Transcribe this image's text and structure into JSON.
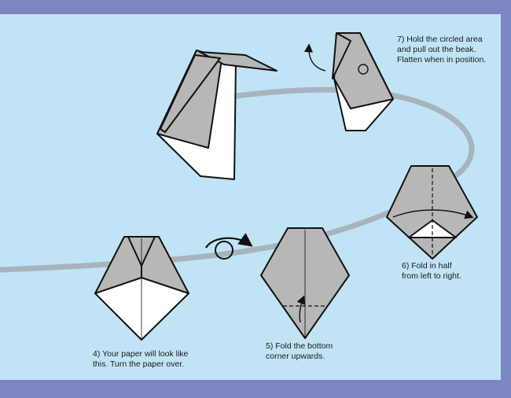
{
  "steps": [
    {
      "number": 4,
      "text": "4) Your paper will look like\nthis. Turn the paper over."
    },
    {
      "number": 5,
      "text": "5) Fold the bottom\ncorner upwards."
    },
    {
      "number": 6,
      "text": "6) Fold in half\nfrom left to right."
    },
    {
      "number": 7,
      "text": "7) Hold the circled area\nand pull out the beak.\nFlatten when in position."
    }
  ],
  "colors": {
    "background_outer": "#7b86c2",
    "background_panel": "#c0e4f5",
    "paper_gray": "#b7b7b7",
    "paper_white": "#ffffff",
    "outline": "#111111",
    "swirl": "#a7b4bd"
  }
}
